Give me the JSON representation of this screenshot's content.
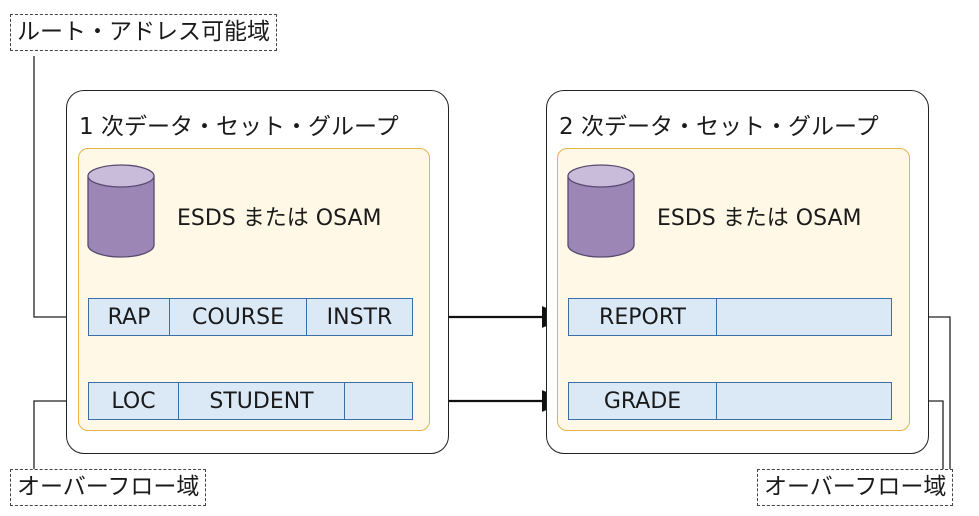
{
  "labels": {
    "root_addressable": "ルート・アドレス可能域",
    "overflow_left": "オーバーフロー域",
    "overflow_right": "オーバーフロー域"
  },
  "primary_group": {
    "title": "1 次データ・セット・グループ",
    "dataset": "ESDS または OSAM",
    "records": [
      {
        "segments": [
          "RAP",
          "COURSE",
          "INSTR"
        ]
      },
      {
        "segments": [
          "LOC",
          "STUDENT",
          ""
        ]
      }
    ]
  },
  "secondary_group": {
    "title": "2 次データ・セット・グループ",
    "dataset": "ESDS または OSAM",
    "records": [
      {
        "segments": [
          "REPORT",
          ""
        ]
      },
      {
        "segments": [
          "GRADE",
          ""
        ]
      }
    ]
  },
  "colors": {
    "inner_fill": "#fff8e6",
    "inner_border": "#e6b24a",
    "record_fill": "#dbe9f7",
    "record_border": "#3b6fa6",
    "cylinder_fill": "#9b86b6",
    "cylinder_top": "#c9bcdb"
  }
}
